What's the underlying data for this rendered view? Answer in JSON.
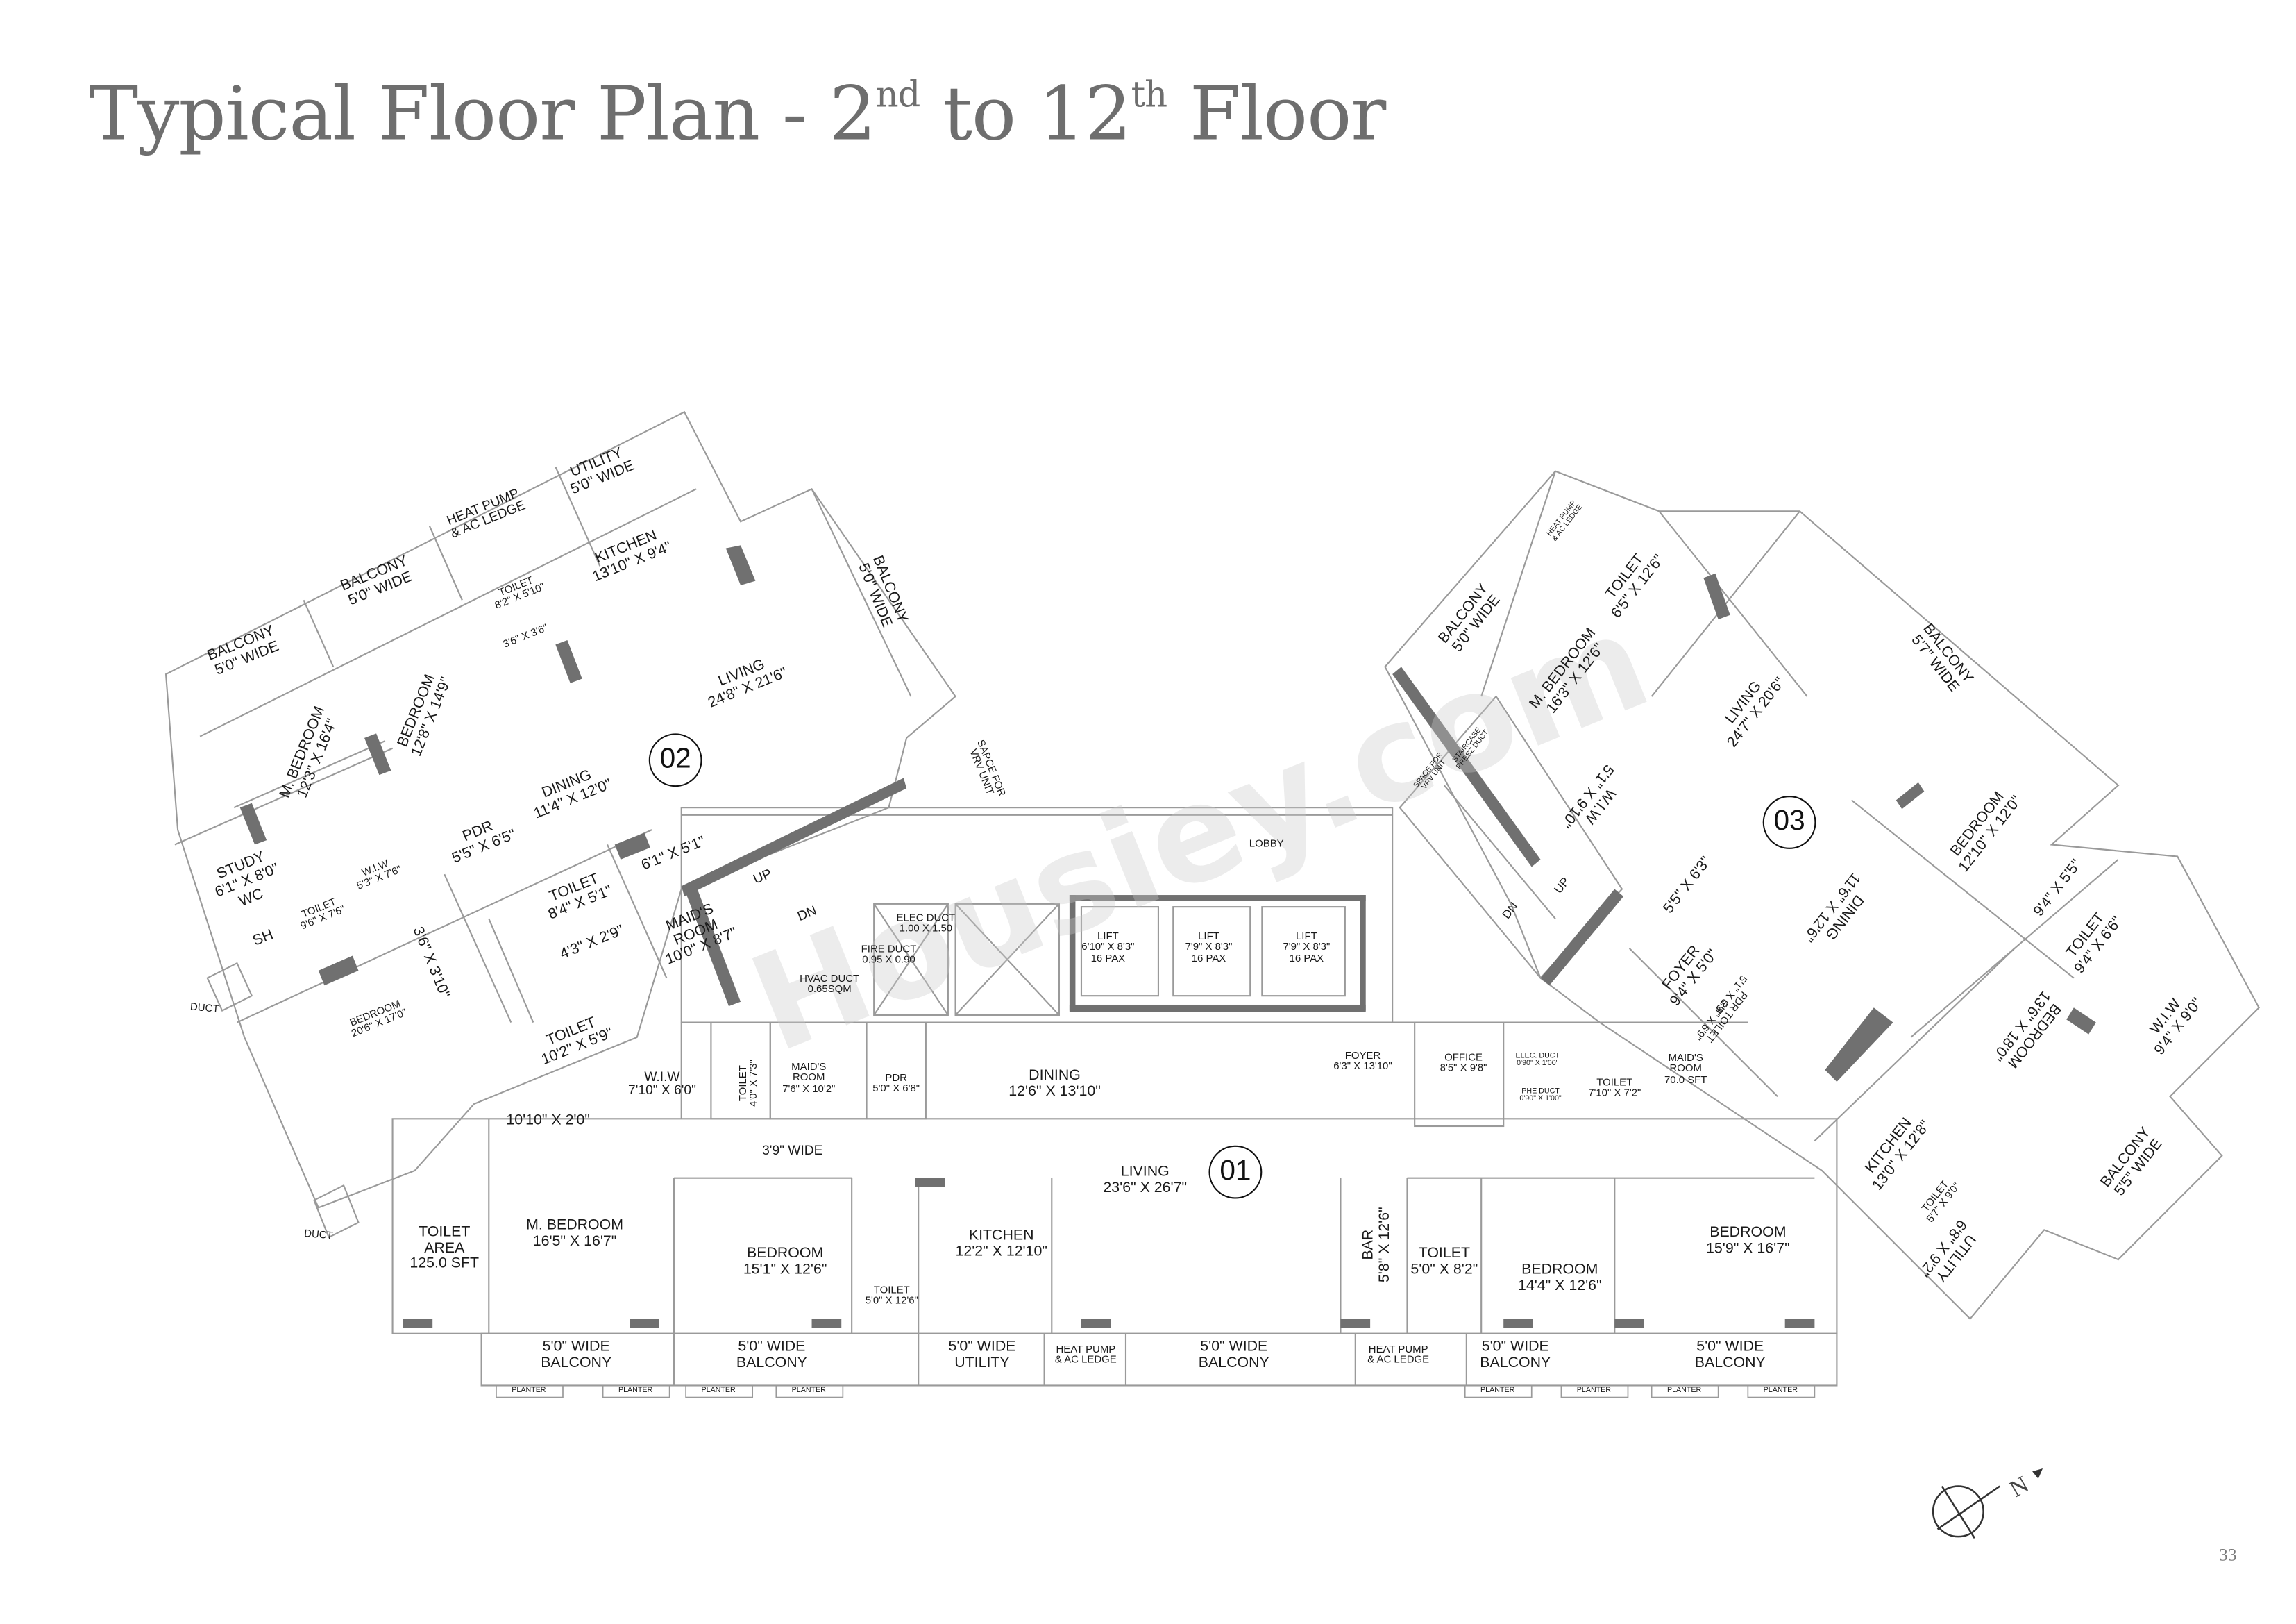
{
  "title": {
    "prefix": "Typical Floor Plan - 2",
    "sup1": "nd",
    "mid": " to 12",
    "sup2": "th",
    "suffix": " Floor"
  },
  "page_number": "33",
  "watermark": "Housiey.com",
  "compass": {
    "label": "N",
    "icon": "north-arrow-icon"
  },
  "unit_markers": [
    "02",
    "01",
    "03"
  ],
  "colors": {
    "title": "#6e6e6e",
    "walls": "#707070",
    "lines": "#9a9a9a"
  },
  "rooms": [
    {
      "unit": "02",
      "lines": [
        "BALCONY",
        "5'0\" WIDE"
      ]
    },
    {
      "unit": "02",
      "lines": [
        "BALCONY",
        "5'0\" WIDE"
      ]
    },
    {
      "unit": "02",
      "lines": [
        "HEAT PUMP",
        "& AC LEDGE"
      ]
    },
    {
      "unit": "02",
      "lines": [
        "UTILITY",
        "5'0\" WIDE"
      ]
    },
    {
      "unit": "02",
      "lines": [
        "KITCHEN",
        "13'10\" X 9'4\""
      ]
    },
    {
      "unit": "02",
      "lines": [
        "TOILET",
        "8'2\" X 5'10\""
      ]
    },
    {
      "unit": "02",
      "lines": [
        "3'6\" X 3'6\""
      ]
    },
    {
      "unit": "02",
      "lines": [
        "BEDROOM",
        "12'8\" X 14'9\""
      ]
    },
    {
      "unit": "02",
      "lines": [
        "M. BEDROOM",
        "12'3\" X 16'4\""
      ]
    },
    {
      "unit": "02",
      "lines": [
        "BALCONY",
        "5'0\" WIDE"
      ]
    },
    {
      "unit": "02",
      "lines": [
        "LIVING",
        "24'8\" X 21'6\""
      ]
    },
    {
      "unit": "02",
      "lines": [
        "DINING",
        "11'4\" X 12'0\""
      ]
    },
    {
      "unit": "02",
      "lines": [
        "SAPCE FOR",
        "VRV UNIT"
      ]
    },
    {
      "unit": "02",
      "lines": [
        "STUDY",
        "6'1\" X 8'0\""
      ]
    },
    {
      "unit": "02",
      "lines": [
        "W.I.W",
        "5'3\" X 7'6\""
      ]
    },
    {
      "unit": "02",
      "lines": [
        "PDR",
        "5'5\" X 6'5\""
      ]
    },
    {
      "unit": "02",
      "lines": [
        "6'1\" X 5'1\""
      ]
    },
    {
      "unit": "02",
      "lines": [
        "TOILET",
        "8'4\" X 5'1\""
      ]
    },
    {
      "unit": "02",
      "lines": [
        "4'3\" X 2'9\""
      ]
    },
    {
      "unit": "02",
      "lines": [
        "MAID'S",
        "ROOM",
        "10'0\" X 8'7\""
      ]
    },
    {
      "unit": "02",
      "lines": [
        "3'6\" X 3'10\""
      ]
    },
    {
      "unit": "02",
      "lines": [
        "WC"
      ]
    },
    {
      "unit": "02",
      "lines": [
        "SH"
      ]
    },
    {
      "unit": "02",
      "lines": [
        "TOILET",
        "9'6\" X 7'6\""
      ]
    },
    {
      "unit": "02",
      "lines": [
        "UP"
      ]
    },
    {
      "unit": "02",
      "lines": [
        "DN"
      ]
    },
    {
      "unit": "02",
      "lines": [
        "DUCT"
      ]
    },
    {
      "unit": "02",
      "lines": [
        "BEDROOM",
        "20'6\" X 17'0\""
      ]
    },
    {
      "unit": "02",
      "lines": [
        "TOILET",
        "10'2\" X 5'9\""
      ]
    },
    {
      "unit": "core",
      "lines": [
        "ELEC DUCT",
        "1.00 X 1.50"
      ]
    },
    {
      "unit": "core",
      "lines": [
        "FIRE DUCT",
        "0.95 X 0.90"
      ]
    },
    {
      "unit": "core",
      "lines": [
        "HVAC DUCT",
        "0.65SQM"
      ]
    },
    {
      "unit": "core",
      "lines": [
        "LOBBY"
      ]
    },
    {
      "unit": "core",
      "lines": [
        "LIFT",
        "6'10\" X 8'3\"",
        "16 PAX"
      ]
    },
    {
      "unit": "core",
      "lines": [
        "LIFT",
        "7'9\" X 8'3\"",
        "16 PAX"
      ]
    },
    {
      "unit": "core",
      "lines": [
        "LIFT",
        "7'9\" X 8'3\"",
        "16 PAX"
      ]
    },
    {
      "unit": "core",
      "lines": [
        "SPACE FOR",
        "VRV UNIT"
      ]
    },
    {
      "unit": "core",
      "lines": [
        "STAIRCASE",
        "PRESZ DUCT"
      ]
    },
    {
      "unit": "core",
      "lines": [
        "DN"
      ]
    },
    {
      "unit": "core",
      "lines": [
        "UP"
      ]
    },
    {
      "unit": "01",
      "lines": [
        "W.I.W",
        "7'10\" X 6'0\""
      ]
    },
    {
      "unit": "01",
      "lines": [
        "TOILET",
        "4'0\" X 7'3\""
      ]
    },
    {
      "unit": "01",
      "lines": [
        "MAID'S",
        "ROOM",
        "7'6\" X 10'2\""
      ]
    },
    {
      "unit": "01",
      "lines": [
        "PDR",
        "5'0\" X 6'8\""
      ]
    },
    {
      "unit": "01",
      "lines": [
        "DINING",
        "12'6\" X 13'10\""
      ]
    },
    {
      "unit": "01",
      "lines": [
        "FOYER",
        "6'3\" X 13'10\""
      ]
    },
    {
      "unit": "01",
      "lines": [
        "OFFICE",
        "8'5\" X 9'8\""
      ]
    },
    {
      "unit": "01",
      "lines": [
        "ELEC. DUCT",
        "0'90\" X 1'00\""
      ]
    },
    {
      "unit": "01",
      "lines": [
        "PHE DUCT",
        "0'90\" X 1'00\""
      ]
    },
    {
      "unit": "01",
      "lines": [
        "TOILET",
        "7'10\" X 7'2\""
      ]
    },
    {
      "unit": "01",
      "lines": [
        "MAID'S",
        "ROOM",
        "70.0 SFT"
      ]
    },
    {
      "unit": "01",
      "lines": [
        "10'10\" X 2'0\""
      ]
    },
    {
      "unit": "01",
      "lines": [
        "3'9\" WIDE"
      ]
    },
    {
      "unit": "01",
      "lines": [
        "LIVING",
        "23'6\" X 26'7\""
      ]
    },
    {
      "unit": "01",
      "lines": [
        "TOILET",
        "AREA",
        "125.0 SFT"
      ]
    },
    {
      "unit": "01",
      "lines": [
        "M. BEDROOM",
        "16'5\" X 16'7\""
      ]
    },
    {
      "unit": "01",
      "lines": [
        "BEDROOM",
        "15'1\" X 12'6\""
      ]
    },
    {
      "unit": "01",
      "lines": [
        "TOILET",
        "5'0\" X 12'6\""
      ]
    },
    {
      "unit": "01",
      "lines": [
        "KITCHEN",
        "12'2\" X 12'10\""
      ]
    },
    {
      "unit": "01",
      "lines": [
        "BAR",
        "5'8\" X 12'6\""
      ]
    },
    {
      "unit": "01",
      "lines": [
        "TOILET",
        "5'0\" X 8'2\""
      ]
    },
    {
      "unit": "01",
      "lines": [
        "BEDROOM",
        "14'4\" X 12'6\""
      ]
    },
    {
      "unit": "01",
      "lines": [
        "BEDROOM",
        "15'9\" X 16'7\""
      ]
    },
    {
      "unit": "01",
      "lines": [
        "DUCT"
      ]
    },
    {
      "unit": "01",
      "lines": [
        "5'0\" WIDE",
        "BALCONY"
      ]
    },
    {
      "unit": "01",
      "lines": [
        "5'0\" WIDE",
        "BALCONY"
      ]
    },
    {
      "unit": "01",
      "lines": [
        "5'0\" WIDE",
        "UTILITY"
      ]
    },
    {
      "unit": "01",
      "lines": [
        "HEAT PUMP",
        "& AC LEDGE"
      ]
    },
    {
      "unit": "01",
      "lines": [
        "5'0\" WIDE",
        "BALCONY"
      ]
    },
    {
      "unit": "01",
      "lines": [
        "HEAT PUMP",
        "& AC LEDGE"
      ]
    },
    {
      "unit": "01",
      "lines": [
        "5'0\" WIDE",
        "BALCONY"
      ]
    },
    {
      "unit": "01",
      "lines": [
        "5'0\" WIDE",
        "BALCONY"
      ]
    },
    {
      "unit": "01",
      "lines": [
        "PLANTER"
      ]
    },
    {
      "unit": "01",
      "lines": [
        "PLANTER"
      ]
    },
    {
      "unit": "01",
      "lines": [
        "PLANTER"
      ]
    },
    {
      "unit": "01",
      "lines": [
        "PLANTER"
      ]
    },
    {
      "unit": "01",
      "lines": [
        "PLANTER"
      ]
    },
    {
      "unit": "01",
      "lines": [
        "PLANTER"
      ]
    },
    {
      "unit": "01",
      "lines": [
        "PLANTER"
      ]
    },
    {
      "unit": "01",
      "lines": [
        "PLANTER"
      ]
    },
    {
      "unit": "03",
      "lines": [
        "HEAT PUMP",
        "& AC LEDGE"
      ]
    },
    {
      "unit": "03",
      "lines": [
        "BALCONY",
        "5'0\" WIDE"
      ]
    },
    {
      "unit": "03",
      "lines": [
        "TOILET",
        "6'5\" X 12'6\""
      ]
    },
    {
      "unit": "03",
      "lines": [
        "M. BEDROOM",
        "16'3\" X 12'6\""
      ]
    },
    {
      "unit": "03",
      "lines": [
        "LIVING",
        "24'7\" X 20'6\""
      ]
    },
    {
      "unit": "03",
      "lines": [
        "BALCONY",
        "5'7\" WIDE"
      ]
    },
    {
      "unit": "03",
      "lines": [
        "W.I.W",
        "5'1\" X 9'10\""
      ]
    },
    {
      "unit": "03",
      "lines": [
        "BEDROOM",
        "12'10\" X 12'0\""
      ]
    },
    {
      "unit": "03",
      "lines": [
        "5'5\" X 6'3\""
      ]
    },
    {
      "unit": "03",
      "lines": [
        "DINING",
        "11'6\" X 12'6\""
      ]
    },
    {
      "unit": "03",
      "lines": [
        "9'4\" X 5'5\""
      ]
    },
    {
      "unit": "03",
      "lines": [
        "TOILET",
        "9'4\" X 6'6\""
      ]
    },
    {
      "unit": "03",
      "lines": [
        "FOYER",
        "9'4\" X 5'0\""
      ]
    },
    {
      "unit": "03",
      "lines": [
        "PDR",
        "5'1\" X 6'9\""
      ]
    },
    {
      "unit": "03",
      "lines": [
        "TOILET",
        "3'9\" X 6'9\""
      ]
    },
    {
      "unit": "03",
      "lines": [
        "BEDROOM",
        "13'6\" X 18'0\""
      ]
    },
    {
      "unit": "03",
      "lines": [
        "W.I.W",
        "9'4\" X 9'0\""
      ]
    },
    {
      "unit": "03",
      "lines": [
        "KITCHEN",
        "13'0\" X 12'8\""
      ]
    },
    {
      "unit": "03",
      "lines": [
        "TOILET",
        "5'7\" X 9'0\""
      ]
    },
    {
      "unit": "03",
      "lines": [
        "UTILITY",
        "6'8\" X 9'2\""
      ]
    },
    {
      "unit": "03",
      "lines": [
        "BALCONY",
        "5'5\" WIDE"
      ]
    }
  ]
}
